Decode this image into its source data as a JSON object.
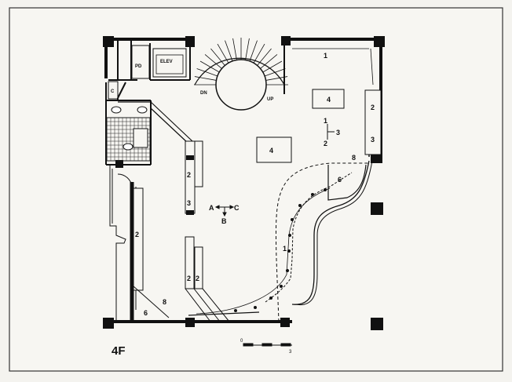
{
  "floor_label": "4F",
  "rooms": {
    "pd": "PD",
    "elev": "ELEV",
    "c": "C",
    "dn": "DN",
    "up": "UP"
  },
  "numbers": {
    "top_right": "1",
    "right_wall_top": "2",
    "right_wall_bottom": "3",
    "table_upper": "4",
    "table_center": "4",
    "mid_1": "1",
    "mid_2": "2",
    "mid_3": "3",
    "corner_8": "8",
    "corner_6": "6",
    "partition_top_2": "2",
    "partition_3": "3",
    "left_wall_2": "2",
    "lower_partition_2a": "2",
    "lower_partition_2b": "2",
    "curve_wall_1": "1",
    "bottom_6": "6",
    "bottom_8": "8"
  },
  "view_markers": {
    "a": "A",
    "b": "B",
    "c": "C"
  },
  "scale": {
    "zero": "0",
    "three": "3"
  }
}
